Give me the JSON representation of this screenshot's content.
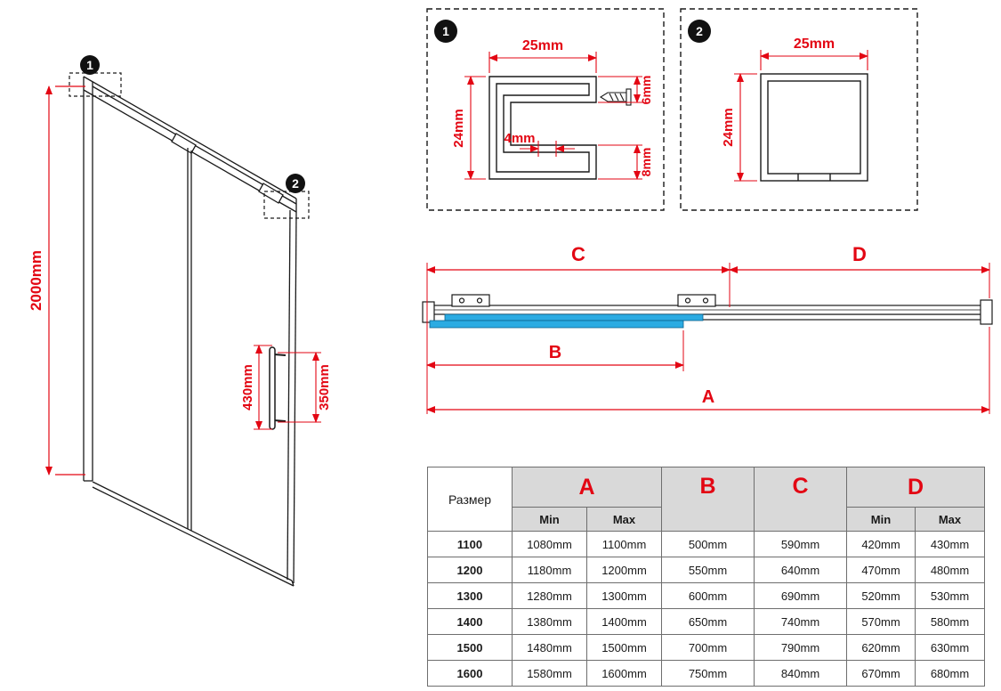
{
  "colors": {
    "dimension_red": "#e30613",
    "glass_blue": "#2babe2",
    "line_black": "#1a1a1a"
  },
  "door_view": {
    "callout1": "1",
    "callout2": "2",
    "dim_height": "2000mm",
    "dim_handle": "430mm",
    "dim_handle_holes": "350mm"
  },
  "detail1": {
    "badge": "1",
    "dim_width": "25mm",
    "dim_height": "24mm",
    "dim_top_wall": "6mm",
    "dim_bottom_wall": "8mm",
    "dim_slot": "4mm"
  },
  "detail2": {
    "badge": "2",
    "dim_width": "25mm",
    "dim_height": "24mm"
  },
  "section": {
    "dim_a": "A",
    "dim_b": "B",
    "dim_c": "C",
    "dim_d": "D"
  },
  "table": {
    "header_size": "Размер",
    "header_a": "A",
    "header_b": "B",
    "header_c": "C",
    "header_d": "D",
    "min": "Min",
    "max": "Max",
    "rows": [
      {
        "size": "1100",
        "a_min": "1080mm",
        "a_max": "1100mm",
        "b": "500mm",
        "c": "590mm",
        "d_min": "420mm",
        "d_max": "430mm"
      },
      {
        "size": "1200",
        "a_min": "1180mm",
        "a_max": "1200mm",
        "b": "550mm",
        "c": "640mm",
        "d_min": "470mm",
        "d_max": "480mm"
      },
      {
        "size": "1300",
        "a_min": "1280mm",
        "a_max": "1300mm",
        "b": "600mm",
        "c": "690mm",
        "d_min": "520mm",
        "d_max": "530mm"
      },
      {
        "size": "1400",
        "a_min": "1380mm",
        "a_max": "1400mm",
        "b": "650mm",
        "c": "740mm",
        "d_min": "570mm",
        "d_max": "580mm"
      },
      {
        "size": "1500",
        "a_min": "1480mm",
        "a_max": "1500mm",
        "b": "700mm",
        "c": "790mm",
        "d_min": "620mm",
        "d_max": "630mm"
      },
      {
        "size": "1600",
        "a_min": "1580mm",
        "a_max": "1600mm",
        "b": "750mm",
        "c": "840mm",
        "d_min": "670mm",
        "d_max": "680mm"
      }
    ]
  }
}
